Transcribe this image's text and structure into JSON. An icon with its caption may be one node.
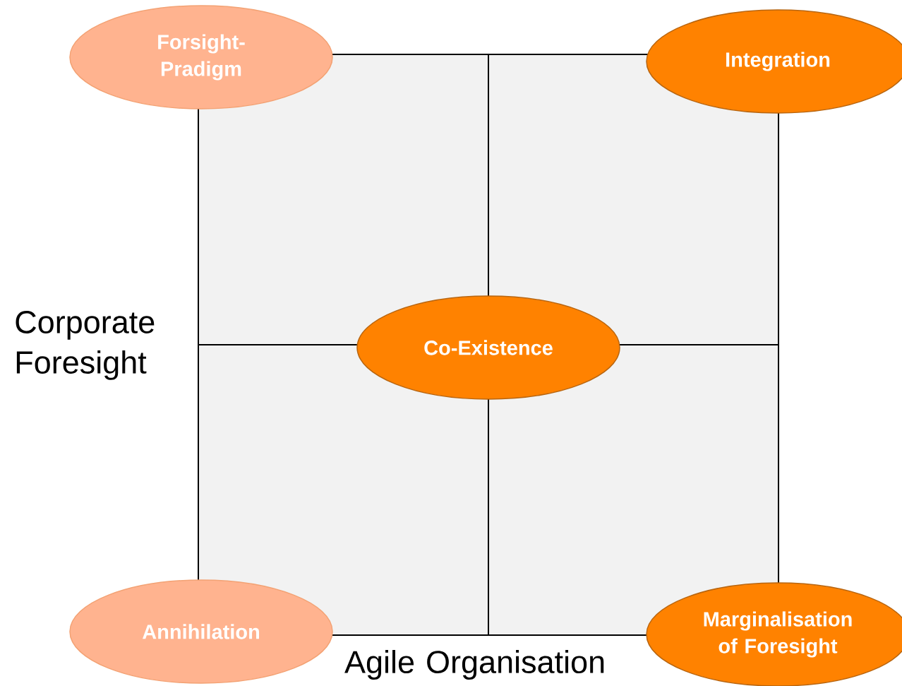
{
  "diagram": {
    "nodes": [
      {
        "text": [
          "Forsight- Pradigm"
        ]
      },
      {
        "text": [
          "Integration"
        ]
      },
      {
        "text": [
          "Co-Existence"
        ]
      },
      {
        "text": [
          "Annihilation"
        ]
      },
      {
        "text": [
          "Marginalisation of Foresight"
        ]
      }
    ],
    "labels": [
      "Corporate Foresight",
      "Agile Organisation"
    ]
  }
}
